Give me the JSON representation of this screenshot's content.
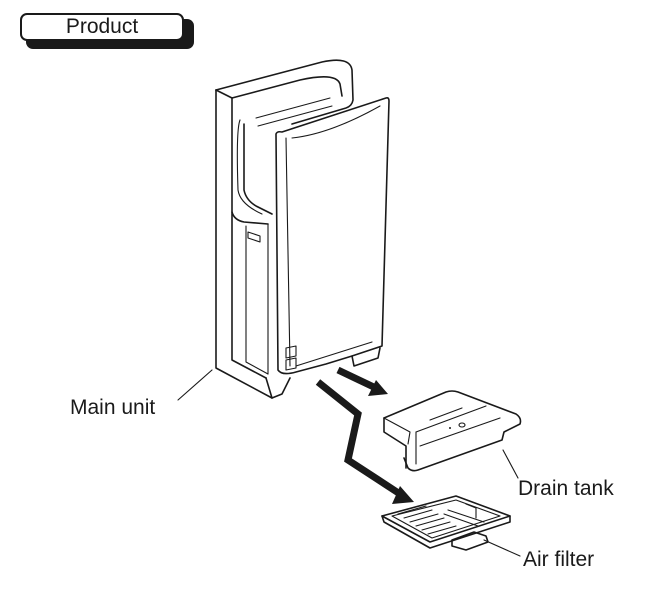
{
  "header": {
    "tag_label": "Product"
  },
  "labels": {
    "main_unit": "Main unit",
    "drain_tank": "Drain tank",
    "air_filter": "Air filter"
  }
}
